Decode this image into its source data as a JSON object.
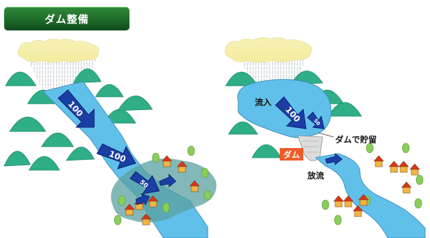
{
  "header": {
    "title": "ダム整備"
  },
  "left": {
    "arrow_top": "100",
    "arrow_middle": "100",
    "arrow_bottom": "50"
  },
  "right": {
    "inflow_label": "流入",
    "inflow_arrow": "100",
    "outflow_arrow_small": "50",
    "storage_label": "ダムで貯留",
    "dam_tag": "ダム",
    "release_label": "放流"
  },
  "colors": {
    "title_green": "#1f6b2a",
    "water": "#61c0ea",
    "arrow_blue": "#1a3ea3",
    "mountain": "#2fae88",
    "dam_red": "#f05a28"
  }
}
